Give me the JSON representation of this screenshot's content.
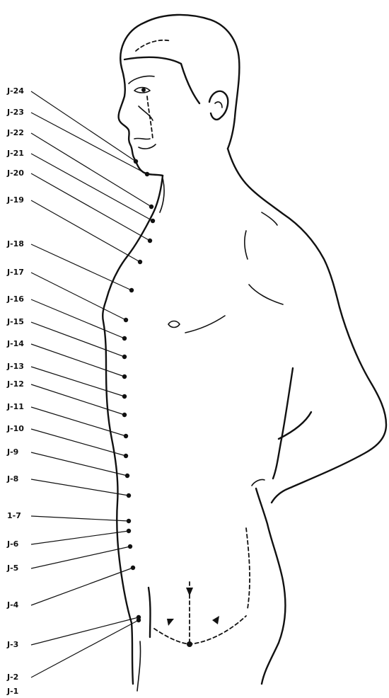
{
  "diagram": {
    "points": [
      {
        "id": "j24",
        "label": "J-24"
      },
      {
        "id": "j23",
        "label": "J-23"
      },
      {
        "id": "j22",
        "label": "J-22"
      },
      {
        "id": "j21",
        "label": "J-21"
      },
      {
        "id": "j20",
        "label": "J-20"
      },
      {
        "id": "j19",
        "label": "J-19"
      },
      {
        "id": "j18",
        "label": "J-18"
      },
      {
        "id": "j17",
        "label": "J-17"
      },
      {
        "id": "j16",
        "label": "J-16"
      },
      {
        "id": "j15",
        "label": "J-15"
      },
      {
        "id": "j14",
        "label": "J-14"
      },
      {
        "id": "j13",
        "label": "J-13"
      },
      {
        "id": "j12",
        "label": "J-12"
      },
      {
        "id": "j11",
        "label": "J-11"
      },
      {
        "id": "j10",
        "label": "J-10"
      },
      {
        "id": "j9",
        "label": "J-9"
      },
      {
        "id": "j8",
        "label": "J-8"
      },
      {
        "id": "j7",
        "label": "1-7"
      },
      {
        "id": "j6",
        "label": "J-6"
      },
      {
        "id": "j5",
        "label": "J-5"
      },
      {
        "id": "j4",
        "label": "J-4"
      },
      {
        "id": "j3",
        "label": "J-3"
      },
      {
        "id": "j2",
        "label": "J-2"
      },
      {
        "id": "j1",
        "label": "J-1"
      }
    ]
  }
}
